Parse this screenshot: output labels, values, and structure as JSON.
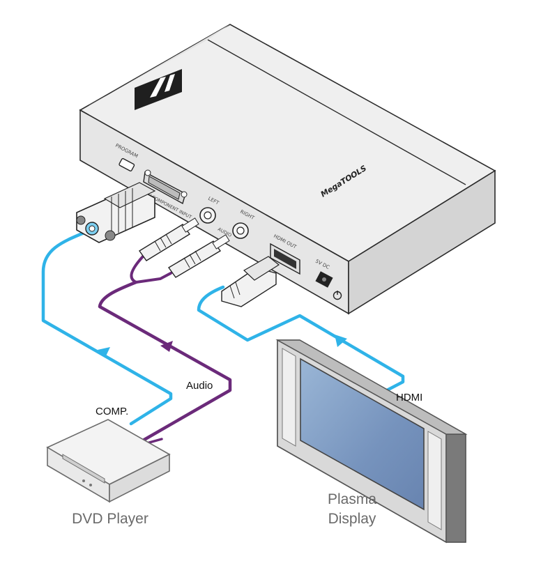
{
  "labels": {
    "comp": "COMP.",
    "audio": "Audio",
    "hdmi": "HDMI",
    "dvd_player": "DVD Player",
    "plasma_line1": "Plasma",
    "plasma_line2": "Display"
  },
  "device_panel": {
    "programming": "PROGRAM",
    "input": "YUV / COMPONENT INPUT",
    "left": "LEFT",
    "right": "RIGHT",
    "audio": "AUDIO",
    "hdmi_out": "HDMI OUT",
    "power": "5V DC",
    "brand": "MegaTOOLS"
  },
  "colors": {
    "video_cable": "#2fb3e8",
    "audio_cable": "#6b2a7a",
    "device_body": "#e9e9e9",
    "screen": "#7b9cc4"
  },
  "icons": {
    "logo": "kramer-logo-icon",
    "power_symbol": "power-icon"
  }
}
